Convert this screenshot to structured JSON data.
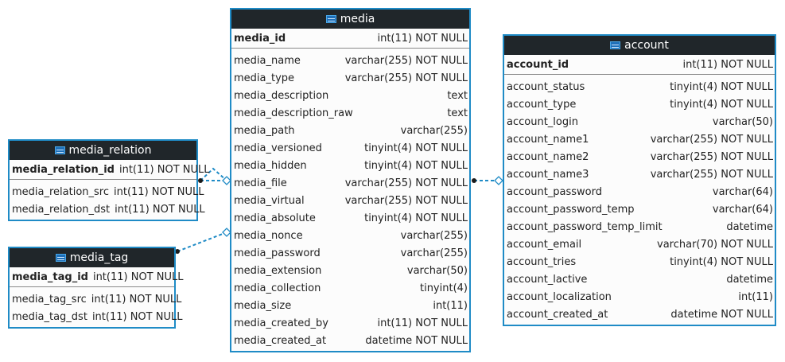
{
  "colors": {
    "border": "#1f8bc6",
    "header_bg": "#20262a",
    "link": "#1f8bc6"
  },
  "icon": "table-icon",
  "tables": {
    "media": {
      "title": "media",
      "pk": {
        "name": "media_id",
        "type": "int(11) NOT NULL"
      },
      "columns": [
        {
          "name": "media_name",
          "type": "varchar(255) NOT NULL"
        },
        {
          "name": "media_type",
          "type": "varchar(255) NOT NULL"
        },
        {
          "name": "media_description",
          "type": "text"
        },
        {
          "name": "media_description_raw",
          "type": "text"
        },
        {
          "name": "media_path",
          "type": "varchar(255)"
        },
        {
          "name": "media_versioned",
          "type": "tinyint(4) NOT NULL"
        },
        {
          "name": "media_hidden",
          "type": "tinyint(4) NOT NULL"
        },
        {
          "name": "media_file",
          "type": "varchar(255) NOT NULL"
        },
        {
          "name": "media_virtual",
          "type": "varchar(255) NOT NULL"
        },
        {
          "name": "media_absolute",
          "type": "tinyint(4) NOT NULL"
        },
        {
          "name": "media_nonce",
          "type": "varchar(255)"
        },
        {
          "name": "media_password",
          "type": "varchar(255)"
        },
        {
          "name": "media_extension",
          "type": "varchar(50)"
        },
        {
          "name": "media_collection",
          "type": "tinyint(4)"
        },
        {
          "name": "media_size",
          "type": "int(11)"
        },
        {
          "name": "media_created_by",
          "type": "int(11) NOT NULL"
        },
        {
          "name": "media_created_at",
          "type": "datetime NOT NULL"
        }
      ]
    },
    "account": {
      "title": "account",
      "pk": {
        "name": "account_id",
        "type": "int(11) NOT NULL"
      },
      "columns": [
        {
          "name": "account_status",
          "type": "tinyint(4) NOT NULL"
        },
        {
          "name": "account_type",
          "type": "tinyint(4) NOT NULL"
        },
        {
          "name": "account_login",
          "type": "varchar(50)"
        },
        {
          "name": "account_name1",
          "type": "varchar(255) NOT NULL"
        },
        {
          "name": "account_name2",
          "type": "varchar(255) NOT NULL"
        },
        {
          "name": "account_name3",
          "type": "varchar(255) NOT NULL"
        },
        {
          "name": "account_password",
          "type": "varchar(64)"
        },
        {
          "name": "account_password_temp",
          "type": "varchar(64)"
        },
        {
          "name": "account_password_temp_limit",
          "type": "datetime"
        },
        {
          "name": "account_email",
          "type": "varchar(70) NOT NULL"
        },
        {
          "name": "account_tries",
          "type": "tinyint(4) NOT NULL"
        },
        {
          "name": "account_lactive",
          "type": "datetime"
        },
        {
          "name": "account_localization",
          "type": "int(11)"
        },
        {
          "name": "account_created_at",
          "type": "datetime NOT NULL"
        }
      ]
    },
    "media_relation": {
      "title": "media_relation",
      "pk": {
        "name": "media_relation_id",
        "type": "int(11) NOT NULL"
      },
      "columns": [
        {
          "name": "media_relation_src",
          "type": "int(11) NOT NULL"
        },
        {
          "name": "media_relation_dst",
          "type": "int(11) NOT NULL"
        }
      ]
    },
    "media_tag": {
      "title": "media_tag",
      "pk": {
        "name": "media_tag_id",
        "type": "int(11) NOT NULL"
      },
      "columns": [
        {
          "name": "media_tag_src",
          "type": "int(11) NOT NULL"
        },
        {
          "name": "media_tag_dst",
          "type": "int(11) NOT NULL"
        }
      ]
    }
  }
}
